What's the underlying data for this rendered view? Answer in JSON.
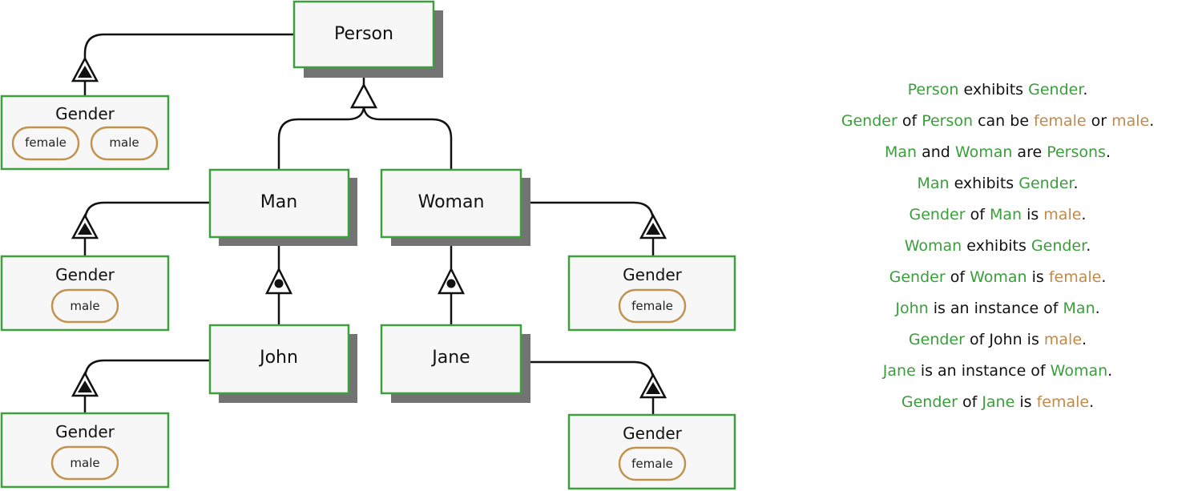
{
  "colors": {
    "object_border": "#3da03d",
    "object_fill": "#f7f7f7",
    "shadow": "#737373",
    "state_border": "#c2924f",
    "link": "#111111",
    "opl_object": "#3a9e3a",
    "opl_state": "#c08a4a",
    "opl_text": "#111111"
  },
  "objects": {
    "person": "Person",
    "man": "Man",
    "woman": "Woman",
    "john": "John",
    "jane": "Jane"
  },
  "attributes": {
    "person_gender": {
      "label": "Gender",
      "states": [
        "female",
        "male"
      ]
    },
    "man_gender": {
      "label": "Gender",
      "states": [
        "male"
      ]
    },
    "woman_gender": {
      "label": "Gender",
      "states": [
        "female"
      ]
    },
    "john_gender": {
      "label": "Gender",
      "states": [
        "male"
      ]
    },
    "jane_gender": {
      "label": "Gender",
      "states": [
        "female"
      ]
    }
  },
  "opl": [
    [
      {
        "t": "Person",
        "k": "obj"
      },
      {
        "t": " exhibits ",
        "k": "text"
      },
      {
        "t": "Gender",
        "k": "obj"
      },
      {
        "t": ".",
        "k": "text"
      }
    ],
    [
      {
        "t": "Gender",
        "k": "obj"
      },
      {
        "t": " of ",
        "k": "text"
      },
      {
        "t": "Person",
        "k": "obj"
      },
      {
        "t": " can be ",
        "k": "text"
      },
      {
        "t": "female",
        "k": "state"
      },
      {
        "t": " or ",
        "k": "text"
      },
      {
        "t": "male",
        "k": "state"
      },
      {
        "t": ".",
        "k": "text"
      }
    ],
    [
      {
        "t": "Man",
        "k": "obj"
      },
      {
        "t": " and ",
        "k": "text"
      },
      {
        "t": "Woman",
        "k": "obj"
      },
      {
        "t": " are ",
        "k": "text"
      },
      {
        "t": "Persons",
        "k": "obj"
      },
      {
        "t": ".",
        "k": "text"
      }
    ],
    [
      {
        "t": "Man",
        "k": "obj"
      },
      {
        "t": " exhibits ",
        "k": "text"
      },
      {
        "t": "Gender",
        "k": "obj"
      },
      {
        "t": ".",
        "k": "text"
      }
    ],
    [
      {
        "t": "Gender",
        "k": "obj"
      },
      {
        "t": " of ",
        "k": "text"
      },
      {
        "t": "Man",
        "k": "obj"
      },
      {
        "t": " is ",
        "k": "text"
      },
      {
        "t": "male",
        "k": "state"
      },
      {
        "t": ".",
        "k": "text"
      }
    ],
    [
      {
        "t": "Woman",
        "k": "obj"
      },
      {
        "t": " exhibits ",
        "k": "text"
      },
      {
        "t": "Gender",
        "k": "obj"
      },
      {
        "t": ".",
        "k": "text"
      }
    ],
    [
      {
        "t": "Gender",
        "k": "obj"
      },
      {
        "t": " of ",
        "k": "text"
      },
      {
        "t": "Woman",
        "k": "obj"
      },
      {
        "t": " is ",
        "k": "text"
      },
      {
        "t": "female",
        "k": "state"
      },
      {
        "t": ".",
        "k": "text"
      }
    ],
    [
      {
        "t": "John",
        "k": "obj"
      },
      {
        "t": " is an instance of ",
        "k": "text"
      },
      {
        "t": "Man",
        "k": "obj"
      },
      {
        "t": ".",
        "k": "text"
      }
    ],
    [
      {
        "t": "Gender",
        "k": "obj"
      },
      {
        "t": " of John is ",
        "k": "text"
      },
      {
        "t": "male",
        "k": "state"
      },
      {
        "t": ".",
        "k": "text"
      }
    ],
    [
      {
        "t": "Jane",
        "k": "obj"
      },
      {
        "t": " is an instance of ",
        "k": "text"
      },
      {
        "t": "Woman",
        "k": "obj"
      },
      {
        "t": ".",
        "k": "text"
      }
    ],
    [
      {
        "t": "Gender",
        "k": "obj"
      },
      {
        "t": " of ",
        "k": "text"
      },
      {
        "t": "Jane",
        "k": "obj"
      },
      {
        "t": " is ",
        "k": "text"
      },
      {
        "t": "female",
        "k": "state"
      },
      {
        "t": ".",
        "k": "text"
      }
    ]
  ]
}
